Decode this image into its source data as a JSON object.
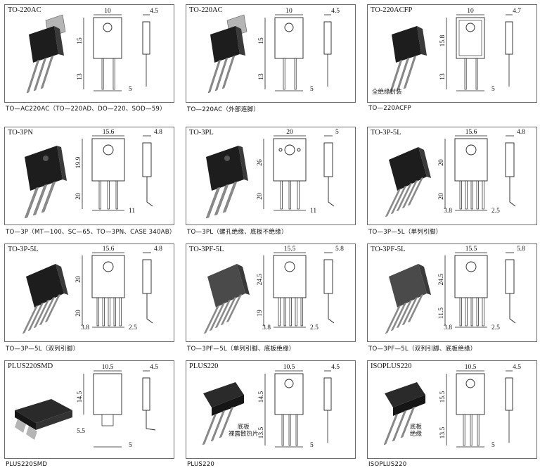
{
  "packages": [
    {
      "id": "to220ac",
      "title": "TO-220AC",
      "caption": "TO—AC220AC（TO—220AD、DO—220、SOD—59）",
      "shape": "to220",
      "dims": {
        "top_width": "10",
        "side": "4.5",
        "left_upper": "15",
        "left_lower": "13",
        "bottom": "5"
      },
      "note": ""
    },
    {
      "id": "to220ac-ext",
      "title": "TO-220AC",
      "caption": "TO—220AC（外部连脚）",
      "shape": "to220",
      "dims": {
        "top_width": "10",
        "side": "4.5",
        "left_upper": "15",
        "left_lower": "13",
        "bottom": "5"
      },
      "note": ""
    },
    {
      "id": "to220acfp",
      "title": "TO-220ACFP",
      "caption": "TO—220ACFP",
      "shape": "to220fp",
      "dims": {
        "top_width": "10",
        "side": "4.7",
        "left_upper": "15.8",
        "left_lower": "13",
        "bottom": "5"
      },
      "note": "全绝缘封装"
    },
    {
      "id": "to3pn",
      "title": "TO-3PN",
      "caption": "TO—3P（MT—100、SC—65、TO—3PN、CASE 340AB）",
      "shape": "to3p",
      "dims": {
        "top_width": "15.6",
        "side": "4.8",
        "left_upper": "19.9",
        "left_lower": "20",
        "bottom": "11"
      },
      "note": ""
    },
    {
      "id": "to3pl",
      "title": "TO-3PL",
      "caption": "TO—3PL（螺孔绝缘、底板不绝缘）",
      "shape": "to3pl",
      "dims": {
        "top_width": "20",
        "side": "5",
        "left_upper": "26",
        "left_lower": "20",
        "bottom": "11"
      },
      "note": ""
    },
    {
      "id": "to3p5l-a",
      "title": "TO-3P-5L",
      "caption": "TO—3P—5L（单列引脚）",
      "shape": "to3p5",
      "dims": {
        "top_width": "15.6",
        "side": "4.8",
        "left_upper": "20",
        "left_lower": "20",
        "bottom": "2.5",
        "bottom_left": "3.8"
      },
      "note": ""
    },
    {
      "id": "to3p5l-b",
      "title": "TO-3P-5L",
      "caption": "TO—3P—5L（双列引脚）",
      "shape": "to3p5",
      "dims": {
        "top_width": "15.6",
        "side": "4.8",
        "left_upper": "20",
        "left_lower": "20",
        "bottom": "2.5",
        "bottom_left": "3.8"
      },
      "note": ""
    },
    {
      "id": "to3pf5l-a",
      "title": "TO-3PF-5L",
      "caption": "TO—3PF—5L（单列引脚、底板绝缘）",
      "shape": "to3pf",
      "dims": {
        "top_width": "15.5",
        "side": "5.8",
        "left_upper": "24.5",
        "left_lower": "19",
        "bottom": "2.5",
        "bottom_left": "3.8"
      },
      "note": ""
    },
    {
      "id": "to3pf5l-b",
      "title": "TO-3PF-5L",
      "caption": "TO—3PF—5L（双列引脚、底板绝缘）",
      "shape": "to3pf",
      "dims": {
        "top_width": "15.5",
        "side": "5.8",
        "left_upper": "24.5",
        "left_lower": "11.5",
        "bottom": "2.5",
        "bottom_left": "3.8"
      },
      "note": ""
    },
    {
      "id": "plus220smd",
      "title": "PLUS220SMD",
      "caption": "PLUS220SMD",
      "shape": "smd",
      "dims": {
        "top_width": "10.5",
        "side": "4.5",
        "left_upper": "14.5",
        "left_lower": "",
        "bottom": "5",
        "bottom_left": "5.5"
      },
      "note": ""
    },
    {
      "id": "plus220",
      "title": "PLUS220",
      "caption": "PLUS220",
      "shape": "plus220",
      "dims": {
        "top_width": "10.5",
        "side": "4.5",
        "left_upper": "14.5",
        "left_lower": "13.5",
        "bottom": "5"
      },
      "note": "底板\n裸露散热片"
    },
    {
      "id": "isoplus220",
      "title": "ISOPLUS220",
      "caption": "ISOPLUS220",
      "shape": "plus220",
      "dims": {
        "top_width": "10.5",
        "side": "4.5",
        "left_upper": "15.5",
        "left_lower": "13.5",
        "bottom": "5"
      },
      "note": "底板\n绝缘"
    }
  ]
}
